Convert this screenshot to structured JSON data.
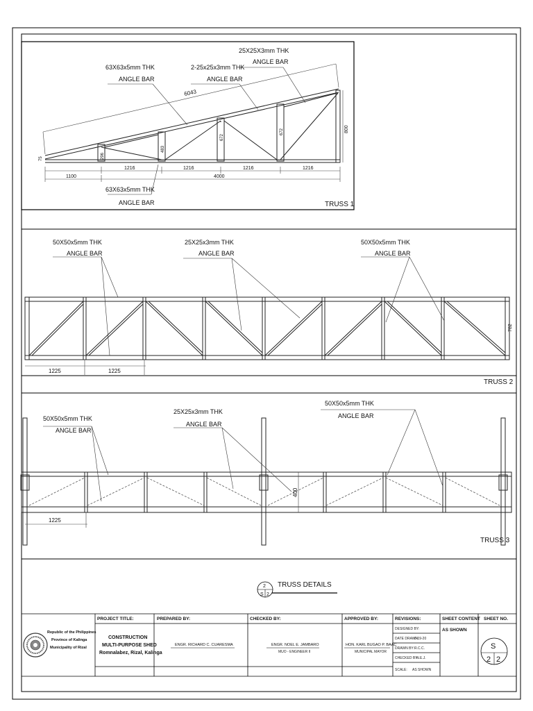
{
  "truss1": {
    "label": "TRUSS 1",
    "callouts": {
      "top_right": [
        "25X25X3mm THK",
        "ANGLE BAR"
      ],
      "top_mid": [
        "2-25x25x3mm THK",
        "ANGLE BAR"
      ],
      "top_left": [
        "63X63x5mm THK",
        "ANGLE BAR"
      ],
      "bottom": [
        "63X63x5mm THK",
        "ANGLE BAR"
      ]
    },
    "dims": {
      "slope": "6043",
      "overhang": "1100",
      "span": "4000",
      "panel1": "1216",
      "panel2": "1216",
      "panel3": "1216",
      "panel4": "1216",
      "end_height": "800",
      "post_small": "75",
      "post1": "296",
      "post2": "483",
      "post3": "672"
    }
  },
  "truss2": {
    "label": "TRUSS 2",
    "callouts": {
      "left": [
        "50X50x5mm THK",
        "ANGLE BAR"
      ],
      "mid": [
        "25X25x3mm THK",
        "ANGLE BAR"
      ],
      "right": [
        "50X50x5mm THK",
        "ANGLE BAR"
      ]
    },
    "dims": {
      "panel1": "1225",
      "panel2": "1225",
      "height": "782"
    }
  },
  "truss3": {
    "label": "TRUSS 3",
    "callouts": {
      "left": [
        "50X50x5mm THK",
        "ANGLE BAR"
      ],
      "mid": [
        "25X25x3mm THK",
        "ANGLE BAR"
      ],
      "right": [
        "50X50x5mm THK",
        "ANGLE BAR"
      ]
    },
    "dims": {
      "panel1": "1225",
      "height": "400"
    }
  },
  "detail_title": {
    "top": "2",
    "bottom_left": "S",
    "bottom_right": "2",
    "title": "TRUSS DETAILS"
  },
  "title_block": {
    "republic": [
      "Republic of the Philippines",
      "Province of Kalinga",
      "Municipality of Rizal"
    ],
    "project_title_label": "PROJECT TITLE:",
    "project_title": [
      "CONSTRUCTION",
      "MULTI-PURPOSE SHED",
      "Romnalabez, Rizal, Kalinga"
    ],
    "prepared_label": "PREPARED BY:",
    "prepared_name": "ENGR. RICHARD C. CUARESMA",
    "checked_label": "CHECKED BY:",
    "checked_name": "ENGR. NOEL E. JAMBARO",
    "checked_role": "MUO - ENGINEER II",
    "approved_label": "APPROVED BY:",
    "approved_name": "HON. KARL BUGAO P. BAAC",
    "approved_role": "MUNICIPAL MAYOR",
    "revisions_label": "REVISIONS:",
    "revisions": [
      {
        "label": "DESIGNED BY:",
        "value": ""
      },
      {
        "label": "DATE DRAWN:",
        "value": "6-19-20"
      },
      {
        "label": "DRAWN BY:",
        "value": "R.C.C."
      },
      {
        "label": "CHECKED BY:",
        "value": "N.E.J."
      },
      {
        "label": "SCALE:",
        "value": "AS SHOWN"
      }
    ],
    "sheet_content_label": "SHEET CONTENT",
    "sheet_content": "AS SHOWN",
    "sheet_no_label": "SHEET NO.",
    "sheet_letter": "S",
    "sheet_num": "2",
    "sheet_total": "2"
  }
}
